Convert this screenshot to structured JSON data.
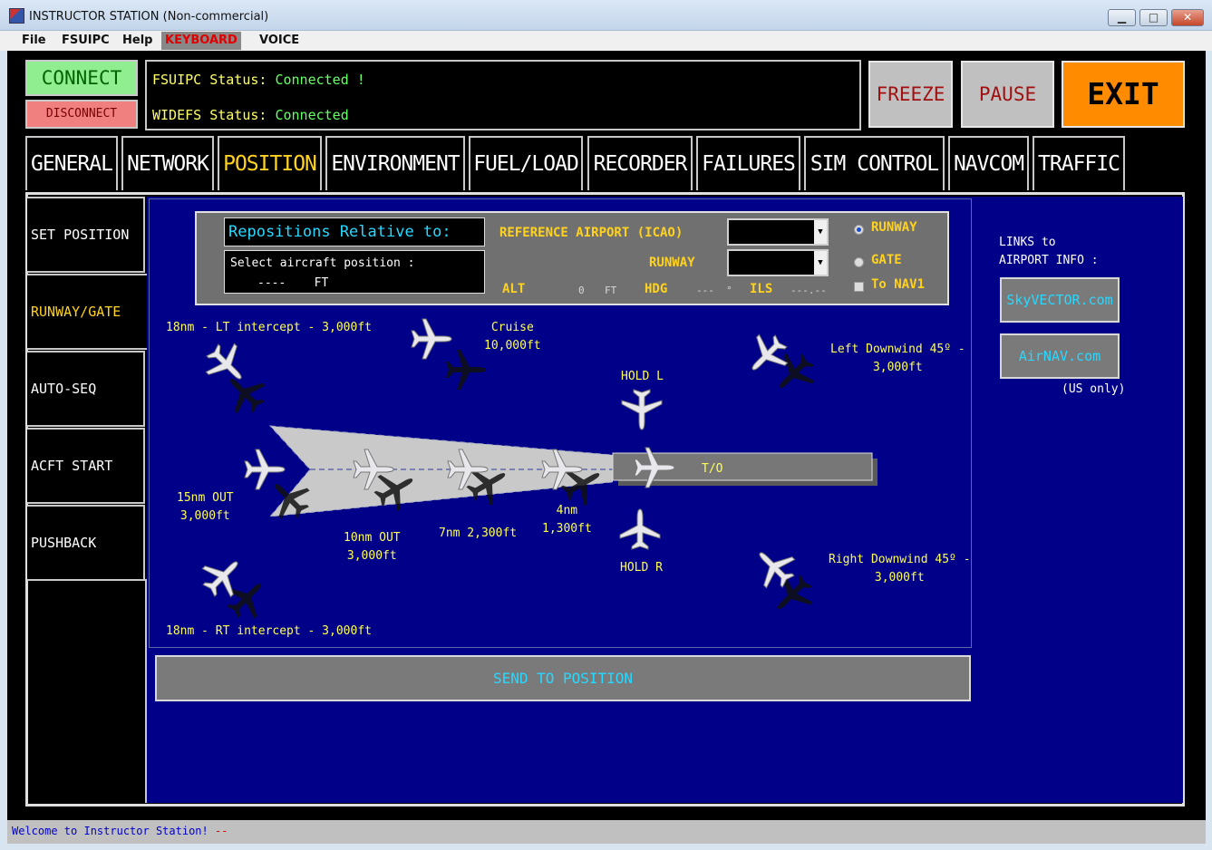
{
  "window": {
    "title": "INSTRUCTOR STATION (Non-commercial)",
    "minimize_label": "▁",
    "maximize_label": "□",
    "close_label": "✕"
  },
  "menu": {
    "items": [
      "File",
      "FSUIPC",
      "Help",
      "KEYBOARD",
      "VOICE"
    ]
  },
  "top_controls": {
    "connect_label": "CONNECT",
    "disconnect_label": "DISCONNECT",
    "fsuipc_status_label": "FSUIPC Status:",
    "fsuipc_status_value": "Connected !",
    "widefs_status_label": "WIDEFS Status:",
    "widefs_status_value": "Connected",
    "freeze_label": "FREEZE",
    "pause_label": "PAUSE",
    "exit_label": "EXIT"
  },
  "tabs": [
    "GENERAL",
    "NETWORK",
    "POSITION",
    "ENVIRONMENT",
    "FUEL/LOAD",
    "RECORDER",
    "FAILURES",
    "SIM CONTROL",
    "NAVCOM",
    "TRAFFIC"
  ],
  "active_tab": "POSITION",
  "subnav": [
    "SET POSITION",
    "RUNWAY/GATE",
    "AUTO-SEQ",
    "ACFT START",
    "PUSHBACK"
  ],
  "active_subnav": "RUNWAY/GATE",
  "reference": {
    "relative_title": "Repositions Relative to:",
    "select_label": "Select aircraft position :",
    "select_value": "----    FT",
    "airport_label": "REFERENCE AIRPORT (ICAO)",
    "runway_label": "RUNWAY",
    "alt_label": "ALT",
    "alt_value": "0",
    "alt_unit": "FT",
    "hdg_label": "HDG",
    "hdg_value": "---  °",
    "ils_label": "ILS",
    "ils_value": "---.--",
    "option_runway": "RUNWAY",
    "option_gate": "GATE",
    "option_nav1": "To NAV1"
  },
  "map": {
    "lt_intercept": "18nm - LT intercept - 3,000ft",
    "cruise": "Cruise\n10,000ft",
    "hold_l": "HOLD L",
    "left_downwind": "Left Downwind 45º -\n3,000ft",
    "out15": "15nm OUT\n3,000ft",
    "out10": "10nm OUT\n3,000ft",
    "nm7": "7nm 2,300ft",
    "nm4": "4nm\n1,300ft",
    "takeoff": "T/O",
    "hold_r": "HOLD R",
    "right_downwind": "Right Downwind 45º -\n3,000ft",
    "rt_intercept": "18nm - RT intercept - 3,000ft"
  },
  "send_label": "SEND TO POSITION",
  "links": {
    "title": "LINKS to\nAIRPORT INFO :",
    "skyvector": "SkyVECTOR.com",
    "airnav": "AirNAV.com",
    "us_only": "(US only)"
  },
  "statusbar": {
    "message": "Welcome to Instructor Station!",
    "suffix": " --"
  },
  "colors": {
    "accent_yellow": "#ffd21f",
    "status_green": "#66ff66",
    "cyan": "#29d8ff",
    "map_blue": "#000088",
    "exit_orange": "#ff8c00"
  }
}
